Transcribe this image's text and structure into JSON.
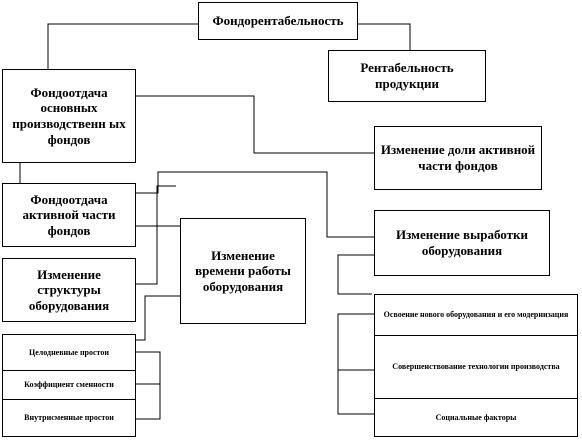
{
  "nodes": {
    "root": "Фондорентабельность",
    "profitability": "Рентабельность продукции",
    "fixed_assets_output": "Фондоотдача основных производственн ых фондов",
    "active_share_change": "Изменение доли активной части фондов",
    "active_assets_output": "Фондоотдача активной части фондов",
    "equipment_output_change": "Изменение выработки оборудования",
    "equipment_time_change": "Изменение времени работы оборудования",
    "structure_change": "Изменение структуры оборудования",
    "whole_day_idle": "Целодневные простои",
    "shift_coefficient": "Коэффициент сменности",
    "intra_shift_idle": "Внутрисменные простои",
    "new_equipment": "Освоение нового оборудования и его модернизация",
    "technology_improvement": "Совершенствование технологии производства",
    "social_factors": "Социальные факторы"
  }
}
